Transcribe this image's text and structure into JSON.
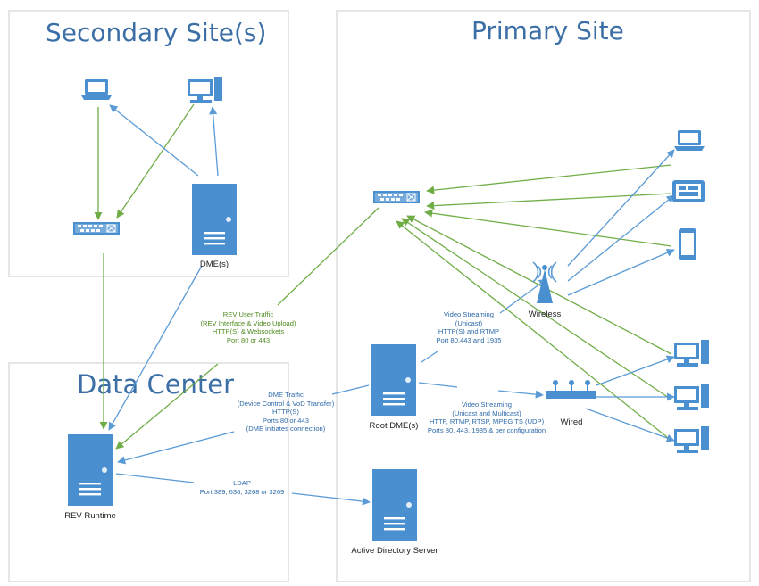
{
  "regions": {
    "secondary": {
      "title": "Secondary Site(s)"
    },
    "primary": {
      "title": "Primary Site"
    },
    "datacenter": {
      "title": "Data Center"
    }
  },
  "devices": {
    "secondary_dme": "DME(s)",
    "rev_runtime": "REV Runtime",
    "root_dme": "Root DME(s)",
    "active_directory": "Active Directory Server",
    "wireless": "Wireless",
    "wired": "Wired"
  },
  "notes": {
    "rev_user_traffic": [
      "REV User Traffic",
      "(REV Interface & Video Upload)",
      "HTTP(S) & Websockets",
      "Port 80 or 443"
    ],
    "dme_traffic": [
      "DME Traffic",
      "(Device Control & VoD Transfer)",
      "HTTP(S)",
      "Ports 80 or 443",
      "(DME initiates connection)"
    ],
    "ldap": [
      "LDAP",
      "Port 389, 636, 3268 or 3269"
    ],
    "unicast_streaming": [
      "Video Streaming",
      "(Unicast)",
      "HTTP(S) and RTMP",
      "Port 80,443 and 1935"
    ],
    "multicast_streaming": [
      "Video Streaming",
      "(Unicast and Multicast)",
      "HTTP, RTMP, RTSP, MPEG TS (UDP)",
      "Ports 80, 443, 1935 & per configuration"
    ]
  },
  "colors": {
    "blue_link": "#5b9bd5",
    "green_link": "#70ad47",
    "device_fill": "#4a8fd0",
    "title_text": "#3c6fa6"
  }
}
